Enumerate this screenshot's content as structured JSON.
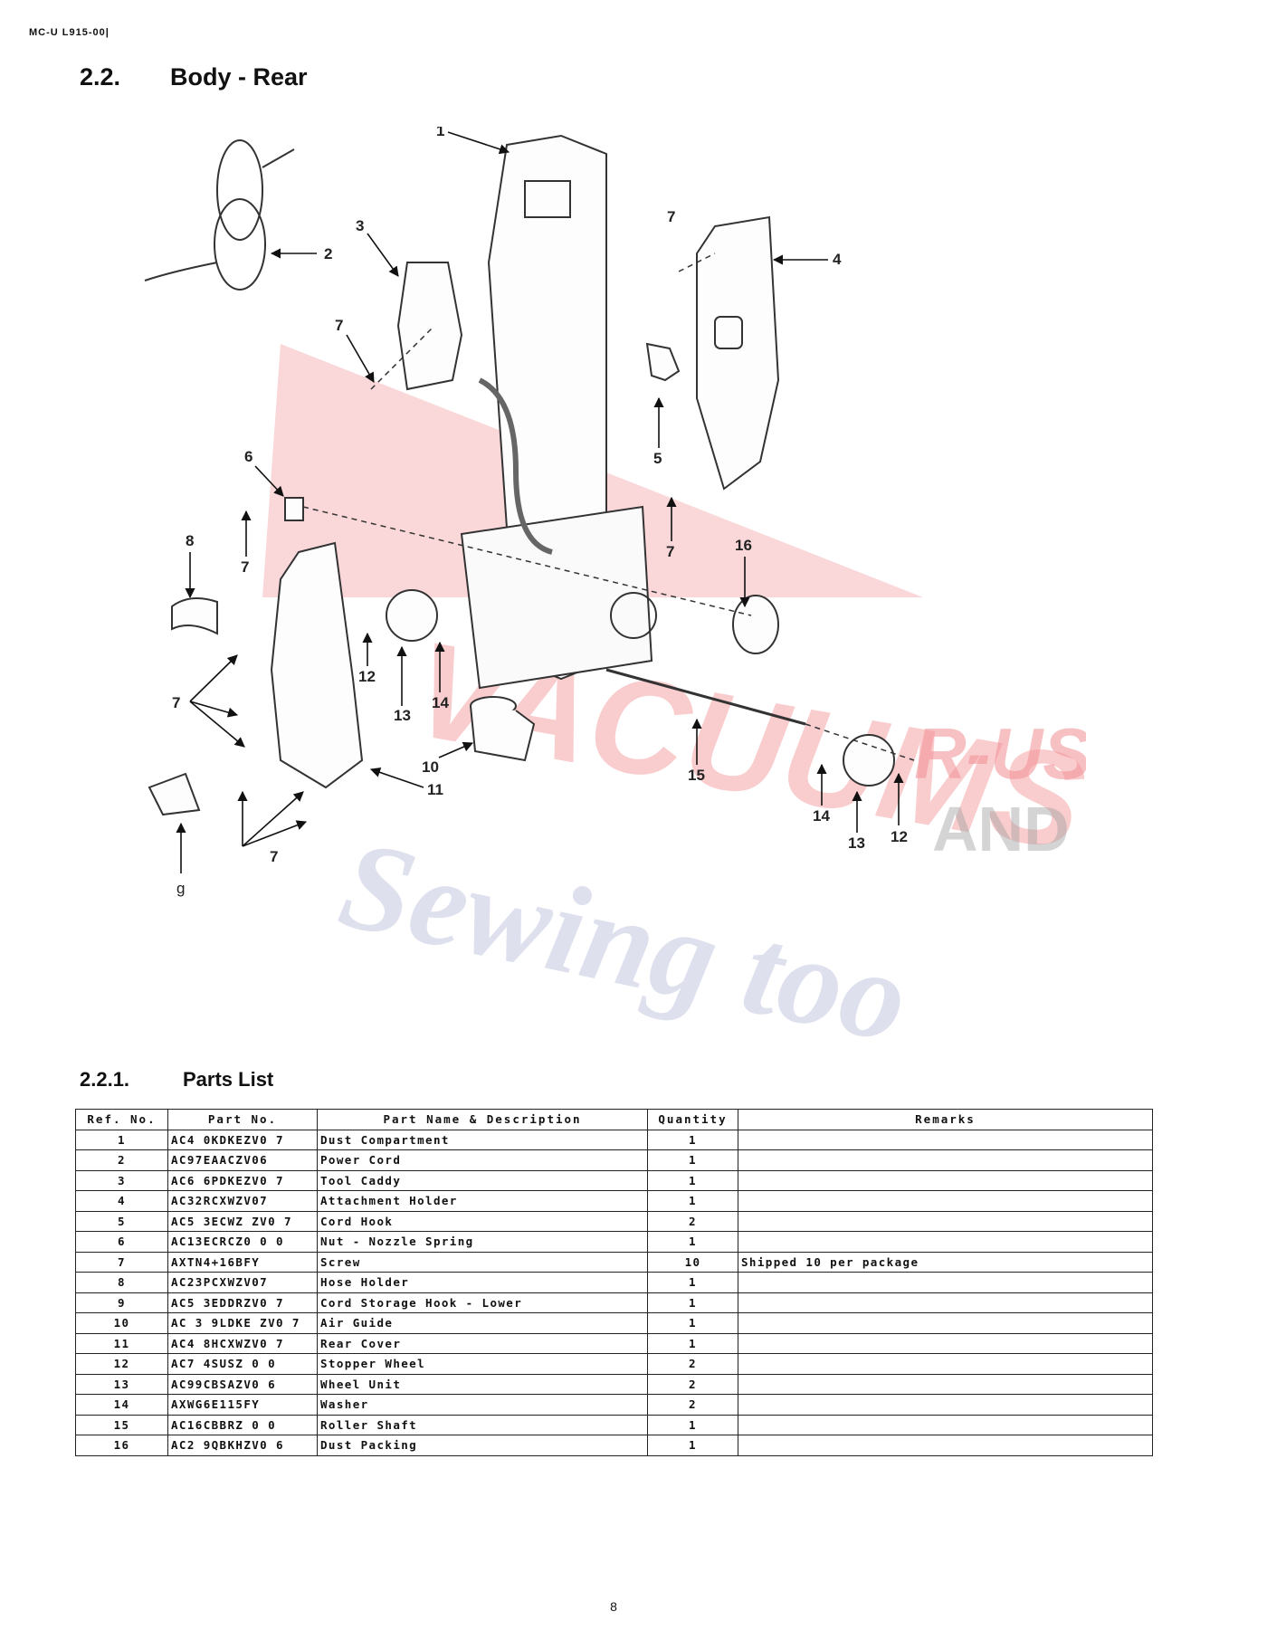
{
  "doc_code": "MC-U L915-00|",
  "section": {
    "number": "2.2.",
    "title": "Body  -  Rear"
  },
  "subsection": {
    "number": "2.2.1.",
    "title": "Parts   List"
  },
  "watermark": {
    "line1": "VACUUMS",
    "line2": "R-US",
    "line3": "AND",
    "line4": "Sewing too",
    "red": "#e8353d",
    "blue": "#5763a8"
  },
  "diagram_labels": [
    "1",
    "2",
    "3",
    "4",
    "5",
    "6",
    "7",
    "8",
    "g",
    "10",
    "11",
    "12",
    "13",
    "14",
    "15",
    "16"
  ],
  "table": {
    "headers": [
      "Ref.  No.",
      "Part  No.",
      "Part  Name  & Description",
      "Quantity",
      "Remarks"
    ],
    "rows": [
      [
        "1",
        "AC4 0KDKEZV0 7",
        "Dust  Compartment",
        "1",
        ""
      ],
      [
        "2",
        "AC97EAACZV06",
        "Power  Cord",
        "1",
        ""
      ],
      [
        "3",
        "AC6 6PDKEZV0 7",
        "Tool  Caddy",
        "1",
        ""
      ],
      [
        "4",
        "AC32RCXWZV07",
        "Attachment  Holder",
        "1",
        ""
      ],
      [
        "5",
        "AC5 3ECWZ ZV0 7",
        "Cord  Hook",
        "2",
        ""
      ],
      [
        "6",
        "AC13ECRCZ0 0 0",
        "Nut  -  Nozzle  Spring",
        "1",
        ""
      ],
      [
        "7",
        "AXTN4+16BFY",
        "Screw",
        "10",
        "Shipped  10  per  package"
      ],
      [
        "8",
        "AC23PCXWZV07",
        "Hose  Holder",
        "1",
        ""
      ],
      [
        "9",
        "AC5 3EDDRZV0 7",
        "Cord  Storage  Hook  -  Lower",
        "1",
        ""
      ],
      [
        "10",
        "AC 3 9LDKE ZV0 7",
        "Air  Guide",
        "1",
        ""
      ],
      [
        "11",
        "AC4 8HCXWZV0 7",
        "Rear  Cover",
        "1",
        ""
      ],
      [
        "12",
        "AC7 4SUSZ 0 0",
        "Stopper  Wheel",
        "2",
        ""
      ],
      [
        "13",
        "AC99CBSAZV0 6",
        "Wheel  Unit",
        "2",
        ""
      ],
      [
        "14",
        "AXWG6E115FY",
        "Washer",
        "2",
        ""
      ],
      [
        "15",
        "AC16CBBRZ 0 0",
        "Roller  Shaft",
        "1",
        ""
      ],
      [
        "16",
        "AC2 9QBKHZV0 6",
        "Dust  Packing",
        "1",
        ""
      ]
    ]
  },
  "page_number": "8"
}
